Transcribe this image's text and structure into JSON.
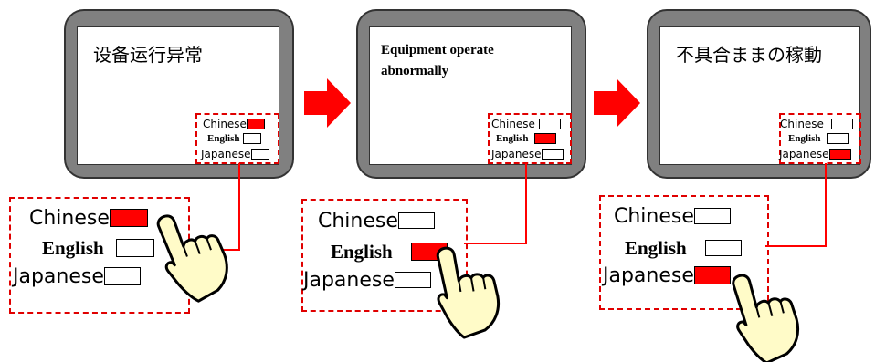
{
  "colors": {
    "selected": "#ff0000",
    "device": "#808080",
    "dash": "#e00000"
  },
  "panels": [
    {
      "message": "设备运行异常",
      "options": [
        {
          "label": "Chinese",
          "selected": true
        },
        {
          "label": "English",
          "selected": false
        },
        {
          "label": "Japanese",
          "selected": false
        }
      ]
    },
    {
      "message": "Equipment operate abnormally",
      "options": [
        {
          "label": "Chinese",
          "selected": false
        },
        {
          "label": "English",
          "selected": true
        },
        {
          "label": "Japanese",
          "selected": false
        }
      ]
    },
    {
      "message": "不具合ままの稼動",
      "options": [
        {
          "label": "Chinese",
          "selected": false
        },
        {
          "label": "English",
          "selected": false
        },
        {
          "label": "Japanese",
          "selected": true
        }
      ]
    }
  ],
  "icons": {
    "arrow": "right-arrow-icon",
    "hand": "pointing-hand-icon"
  }
}
